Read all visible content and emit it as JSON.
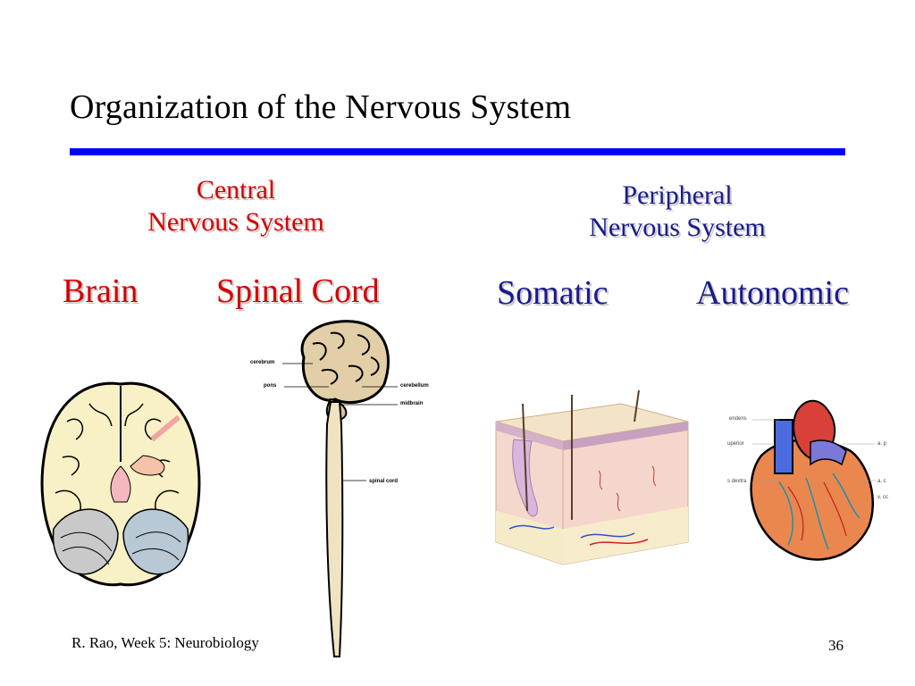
{
  "slide": {
    "title": "Organization of the Nervous System",
    "footer_left": "R. Rao, Week 5: Neurobiology",
    "page_number": "36"
  },
  "cns": {
    "heading_line1": "Central",
    "heading_line2": "Nervous System",
    "item_brain": "Brain",
    "item_spinal": "Spinal Cord"
  },
  "pns": {
    "heading_line1": "Peripheral",
    "heading_line2": "Nervous System",
    "item_somatic": "Somatic",
    "item_autonomic": "Autonomic"
  },
  "spinal_diagram": {
    "labels": {
      "cerebrum": "cerebrum",
      "pons": "pons",
      "cerebellum": "cerebellum",
      "midbrain": "midbrain",
      "spinal_cord": "spinal cord"
    }
  },
  "heart_diagram": {
    "labels": {
      "l1": "endens",
      "l2": "uperior",
      "l3": "a. p",
      "l4": "s dextra",
      "l5": "a. c",
      "l6": "v. cc"
    }
  },
  "colors": {
    "title_rule": "#0000ff",
    "cns_text": "#d40000",
    "pns_text": "#1a1a8c"
  }
}
